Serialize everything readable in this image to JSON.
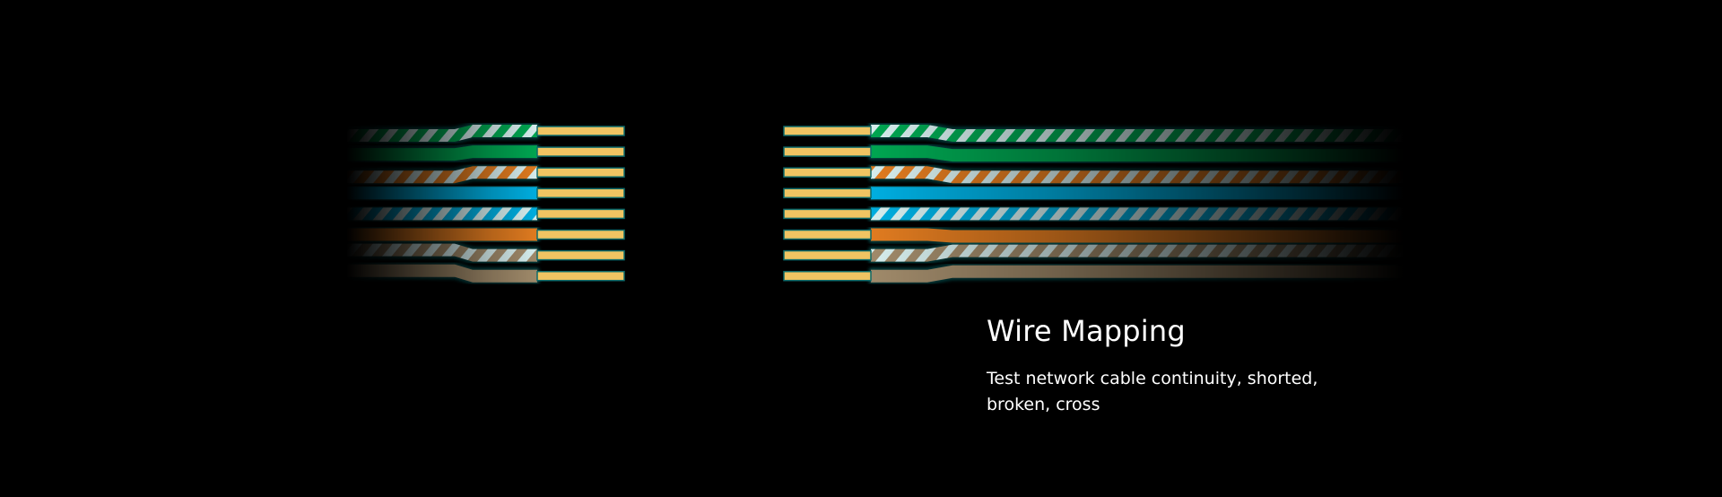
{
  "feature": {
    "title": "Wire Mapping",
    "description": "Test network cable continuity, shorted, broken, cross"
  },
  "colors": {
    "background": "#000000",
    "pin": "#f0c462",
    "glow": "#0e6b6b",
    "stripe": "#d6eeee"
  },
  "wires": [
    {
      "name": "white-green",
      "color": "#00a651",
      "striped": true
    },
    {
      "name": "green",
      "color": "#00a651",
      "striped": false
    },
    {
      "name": "white-orange",
      "color": "#e07b20",
      "striped": true
    },
    {
      "name": "blue",
      "color": "#00aee0",
      "striped": false
    },
    {
      "name": "white-blue",
      "color": "#00aee0",
      "striped": true
    },
    {
      "name": "orange",
      "color": "#e07b20",
      "striped": false
    },
    {
      "name": "white-brown",
      "color": "#a08a6a",
      "striped": true
    },
    {
      "name": "brown",
      "color": "#a08a6a",
      "striped": false
    }
  ]
}
